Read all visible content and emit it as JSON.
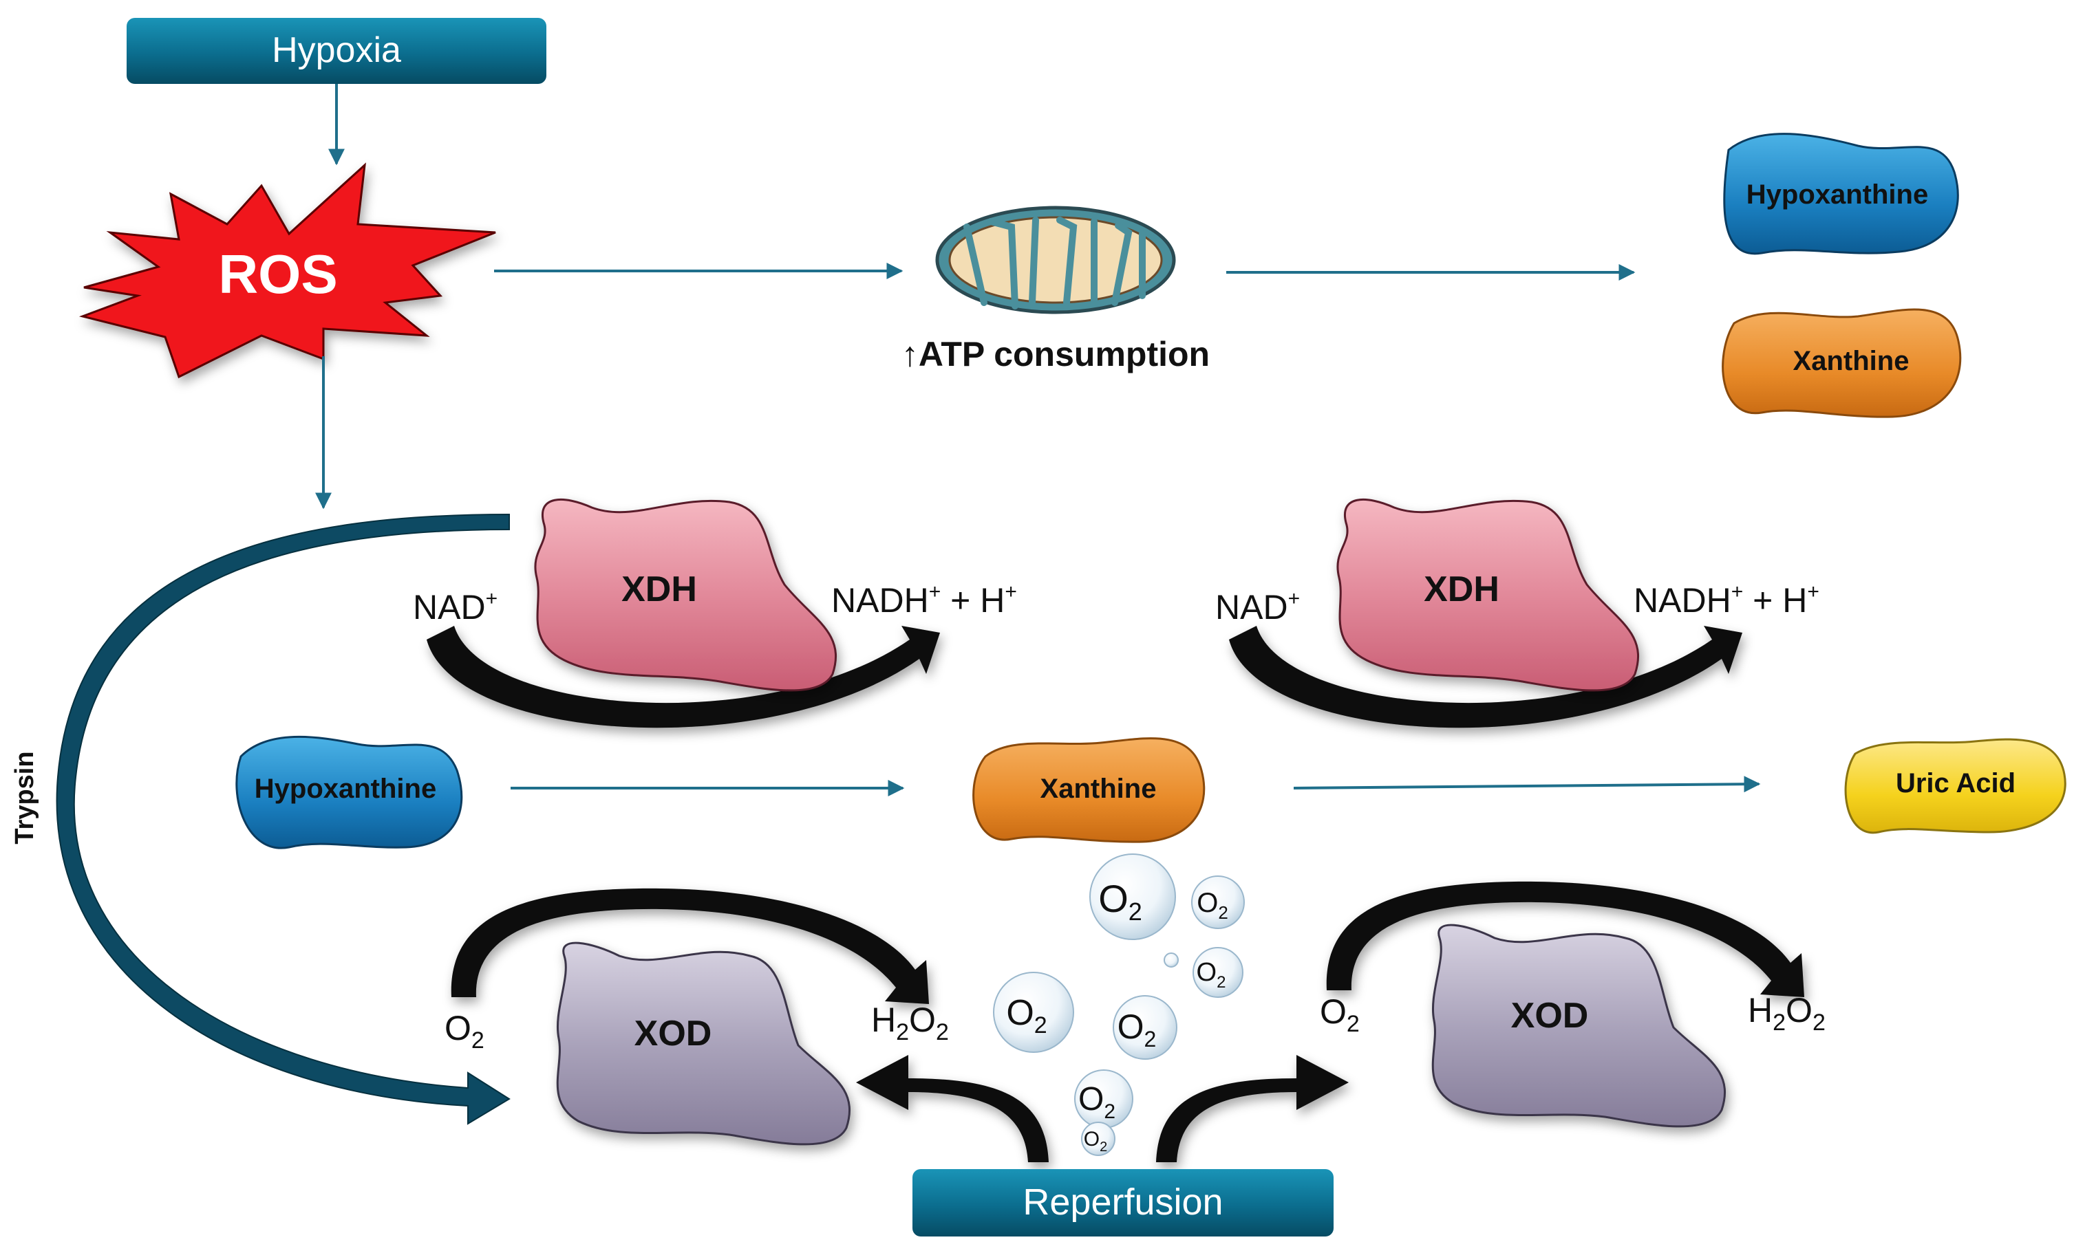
{
  "labels": {
    "hypoxia": "Hypoxia",
    "ros": "ROS",
    "atp": "↑ATP consumption",
    "trypsin": "Trypsin",
    "reperfusion": "Reperfusion"
  },
  "molecules": {
    "hypoxanthine": "Hypoxanthine",
    "xanthine": "Xanthine",
    "uric_acid": "Uric Acid"
  },
  "enzymes": {
    "xdh": "XDH",
    "xod": "XOD"
  },
  "cofactors": {
    "nad_base": "NAD",
    "nadh_base": "NADH",
    "plus_sup": "+",
    "plus_h": " + H",
    "o_base": "O",
    "h_base": "H",
    "sub_2": "2"
  },
  "colors": {
    "banner": "#0a6e8e",
    "flow_arrow": "#1f6f8b",
    "ros_red": "#f0121a",
    "hypoxanthine_blue": "#1b84c4",
    "xanthine_orange": "#e88d2c",
    "uric_yellow": "#f6d623",
    "xdh_pink": "#e07f90",
    "xod_lavender": "#ada6bd",
    "trypsin_arc": "#0d4a63"
  }
}
